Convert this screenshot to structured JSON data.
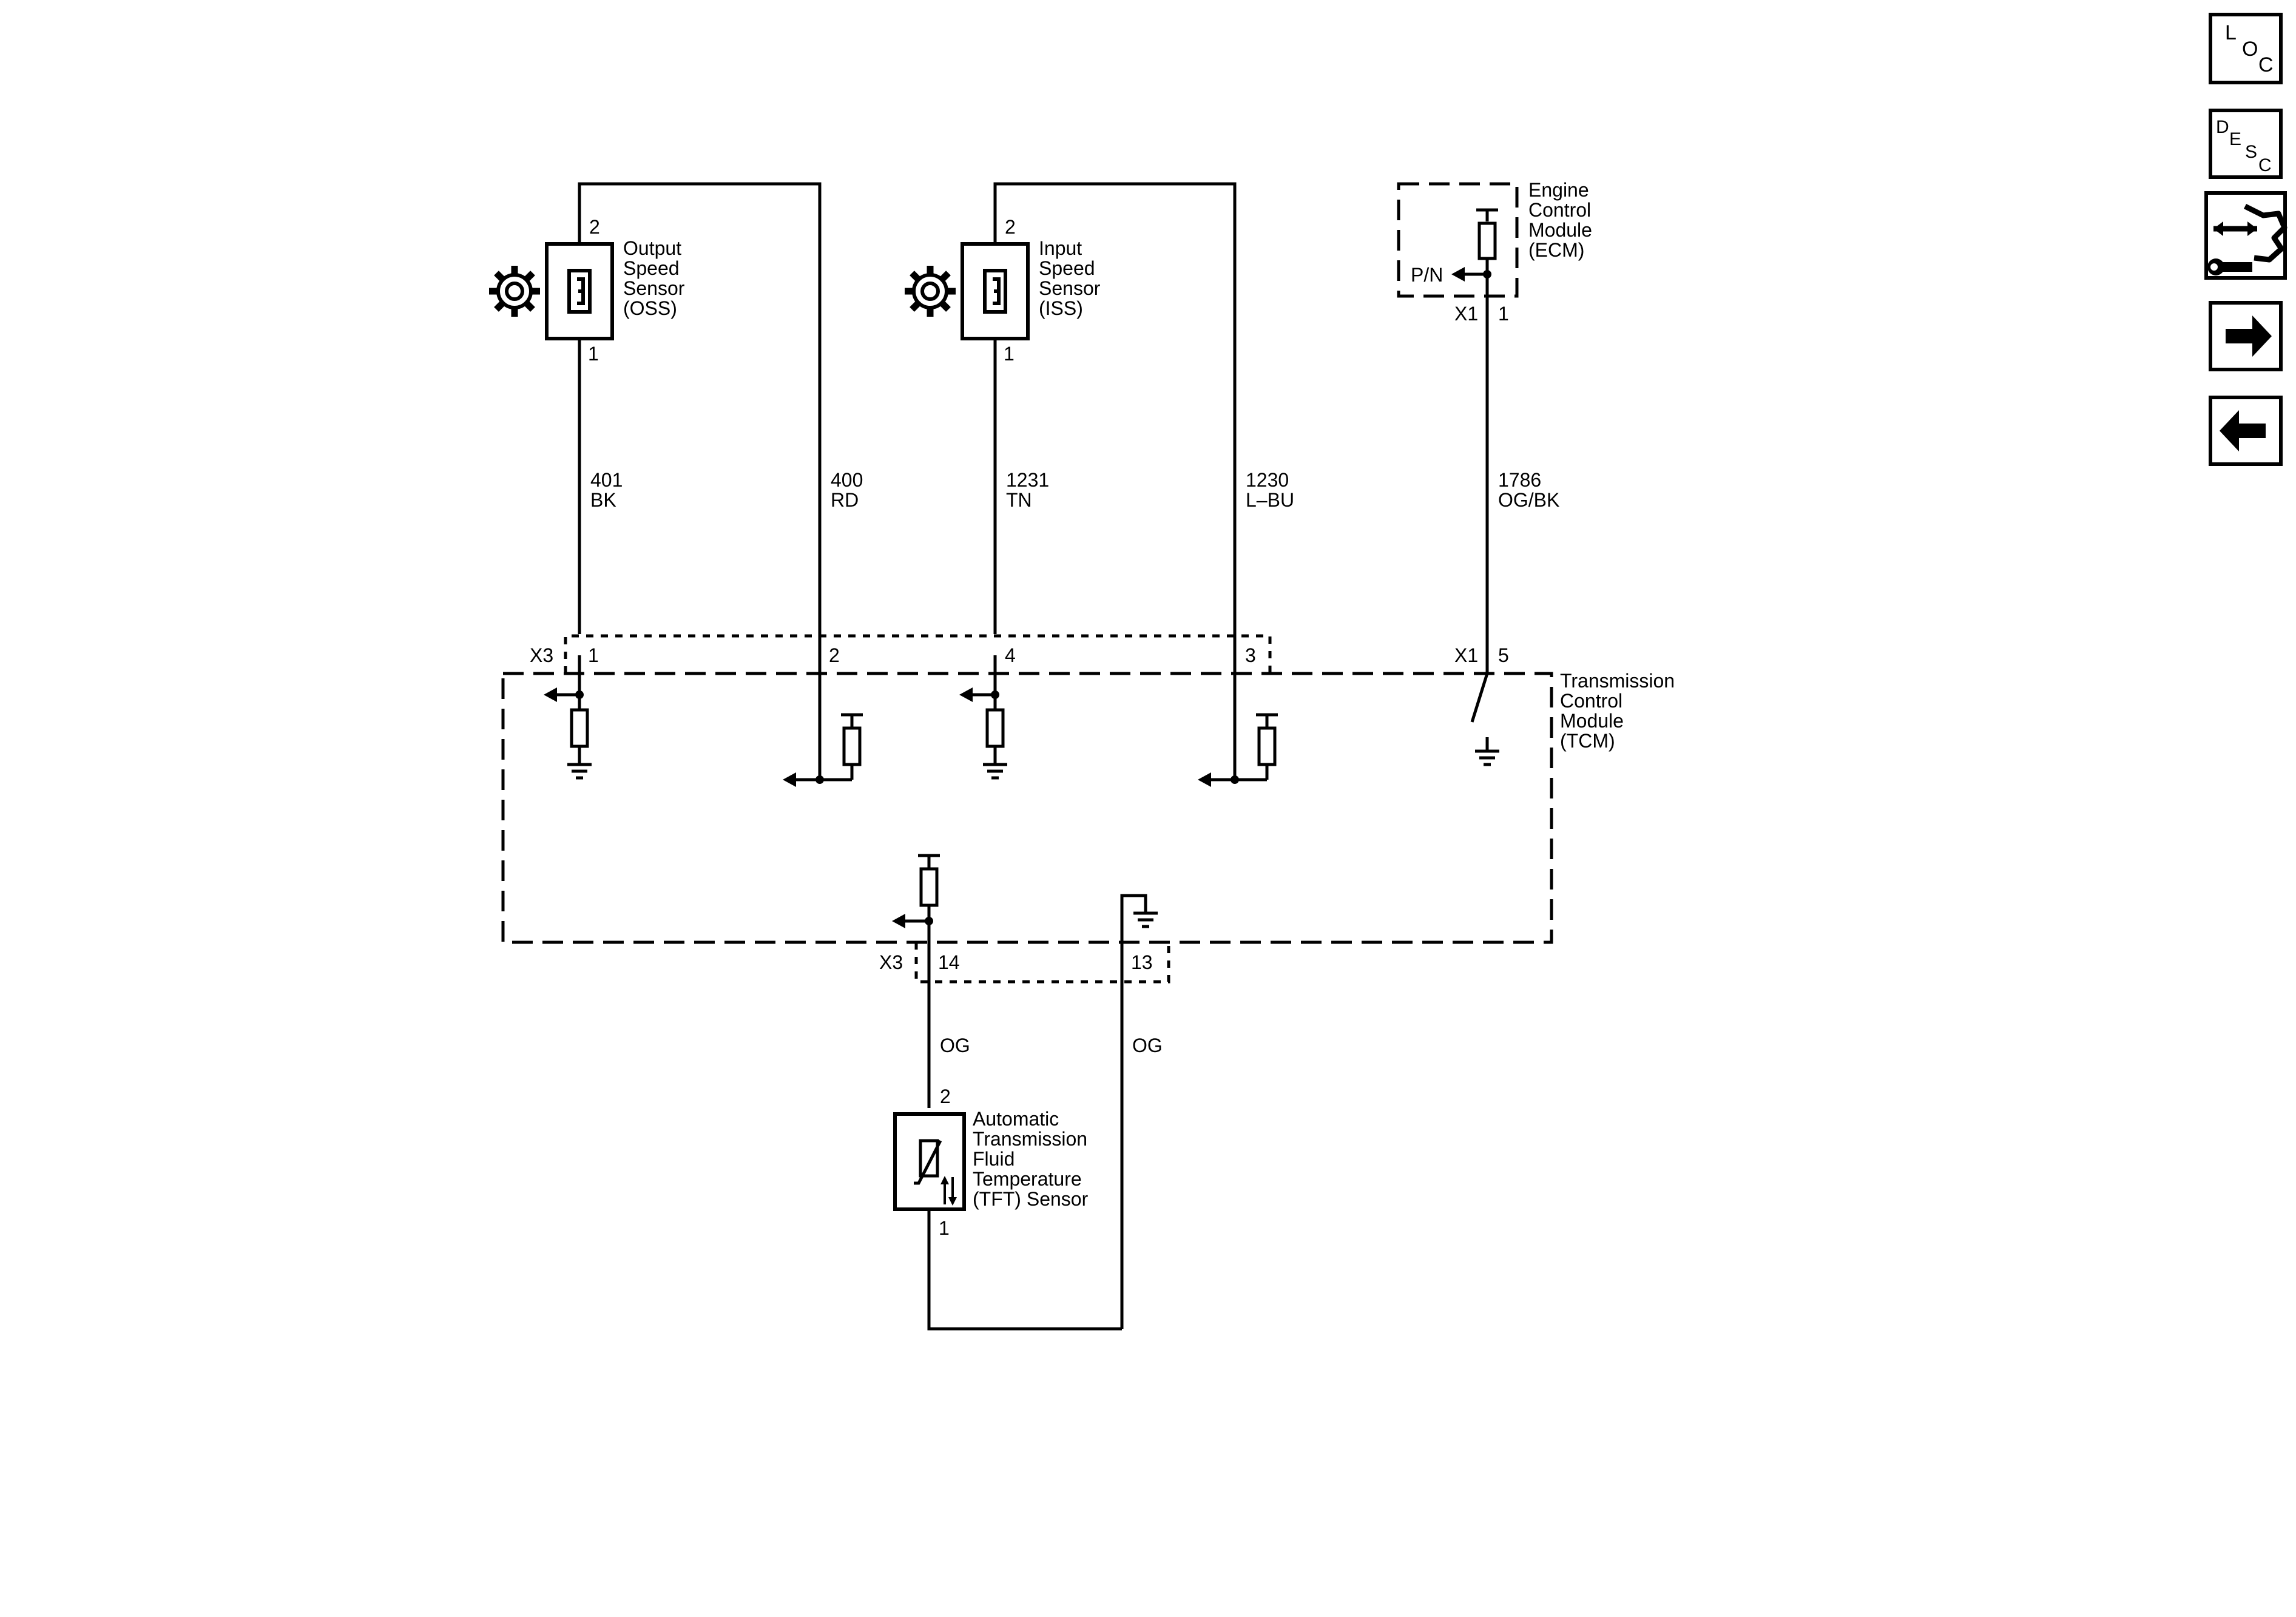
{
  "nav": {
    "loc": [
      "L",
      "O",
      "C"
    ],
    "desc": [
      "D",
      "E",
      "S",
      "C"
    ]
  },
  "oss": {
    "name": [
      "Output",
      "Speed",
      "Sensor",
      "(OSS)"
    ],
    "pin_top": "2",
    "pin_bottom": "1"
  },
  "iss": {
    "name": [
      "Input",
      "Speed",
      "Sensor",
      "(ISS)"
    ],
    "pin_top": "2",
    "pin_bottom": "1"
  },
  "ecm": {
    "name": [
      "Engine",
      "Control",
      "Module",
      "(ECM)"
    ],
    "pn": "P/N",
    "connector": "X1",
    "pin": "1"
  },
  "wires": [
    {
      "circuit": "401",
      "color": "BK"
    },
    {
      "circuit": "400",
      "color": "RD"
    },
    {
      "circuit": "1231",
      "color": "TN"
    },
    {
      "circuit": "1230",
      "color": "L–BU"
    },
    {
      "circuit": "1786",
      "color": "OG/BK"
    }
  ],
  "tcm": {
    "name": [
      "Transmission",
      "Control",
      "Module",
      "(TCM)"
    ],
    "x3_top": {
      "connector": "X3",
      "pins": [
        "1",
        "2",
        "4",
        "3"
      ]
    },
    "x1": {
      "connector": "X1",
      "pin": "5"
    },
    "x3_bottom": {
      "connector": "X3",
      "pins": [
        "14",
        "13"
      ]
    }
  },
  "tft_wires": [
    "OG",
    "OG"
  ],
  "tft": {
    "name": [
      "Automatic",
      "Transmission",
      "Fluid",
      "Temperature",
      "(TFT) Sensor"
    ],
    "pin_top": "2",
    "pin_bottom": "1"
  }
}
